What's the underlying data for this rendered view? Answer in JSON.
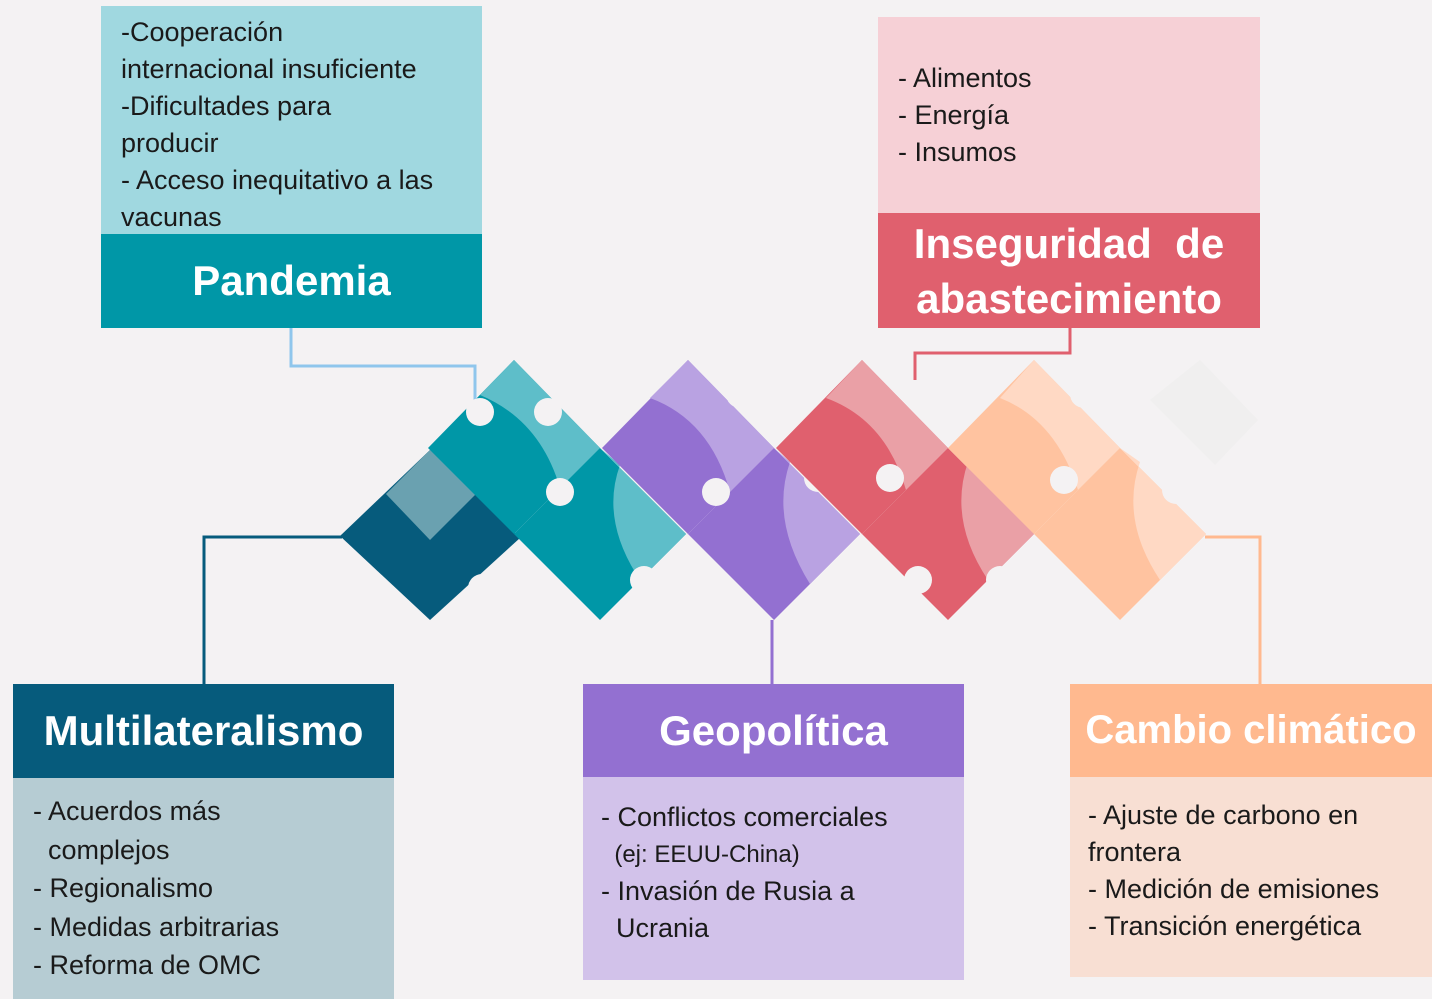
{
  "colors": {
    "pandemia": "#0097a7",
    "pandemia_light": "#a0d8e0",
    "pandemia_line": "#8fc6ec",
    "inseguridad": "#e0606e",
    "inseguridad_light": "#f6d0d6",
    "multilateralismo": "#065b7c",
    "multilateralismo_light": "#b6ccd3",
    "geopolitica": "#9370d1",
    "geopolitica_light": "#d2c2ea",
    "cambio": "#ffb98f",
    "cambio_light": "#f8dfd3"
  },
  "pandemia": {
    "title": "Pandemia",
    "lines": [
      "-Cooperación",
      " internacional insuficiente",
      "-Dificultades para",
      " producir",
      "- Acceso inequitativo a las",
      " vacunas"
    ]
  },
  "inseguridad": {
    "title_line1": "Inseguridad  de",
    "title_line2": "abastecimiento",
    "lines": [
      "- Alimentos",
      "- Energía",
      "- Insumos"
    ]
  },
  "multilateralismo": {
    "title": "Multilateralismo",
    "lines": [
      "- Acuerdos más",
      "  complejos",
      "- Regionalismo",
      "- Medidas arbitrarias",
      "- Reforma de OMC"
    ]
  },
  "geopolitica": {
    "title": "Geopolítica",
    "lines": [
      "- Conflictos comerciales",
      "  (ej: EEUU-China)",
      "- Invasión de Rusia a",
      "  Ucrania"
    ]
  },
  "cambio": {
    "title": "Cambio climático",
    "lines": [
      "- Ajuste de carbono en",
      "frontera",
      "- Medición de emisiones",
      "- Transición energética"
    ]
  }
}
